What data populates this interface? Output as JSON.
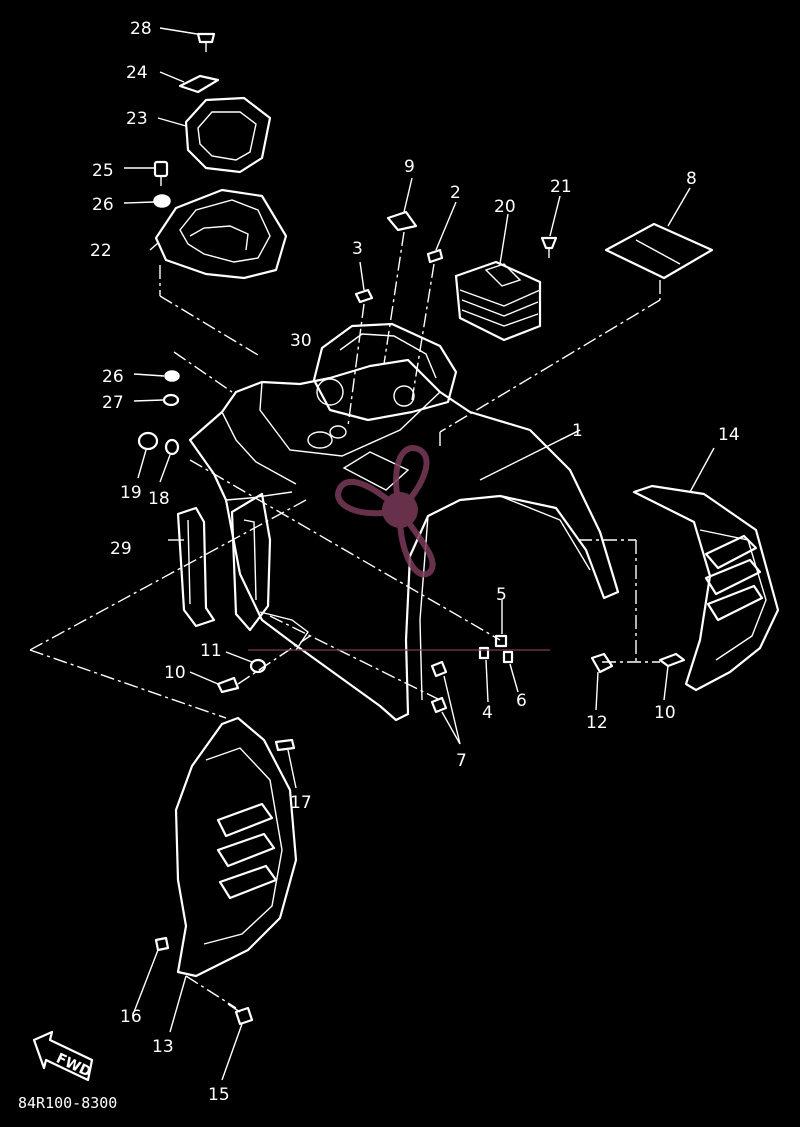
{
  "drawing_code": "84R100-8300",
  "direction_marker": "FWD",
  "part_numbers": [
    "1",
    "2",
    "3",
    "4",
    "5",
    "6",
    "7",
    "8",
    "9",
    "10",
    "10",
    "11",
    "12",
    "13",
    "14",
    "15",
    "16",
    "17",
    "18",
    "19",
    "20",
    "21",
    "22",
    "23",
    "24",
    "25",
    "26",
    "26",
    "27",
    "28",
    "29",
    "30"
  ],
  "colors": {
    "background": "#000000",
    "lines": "#ffffff",
    "watermark": "#7a3a5a"
  },
  "watermark_icon": "propeller-logo-icon"
}
